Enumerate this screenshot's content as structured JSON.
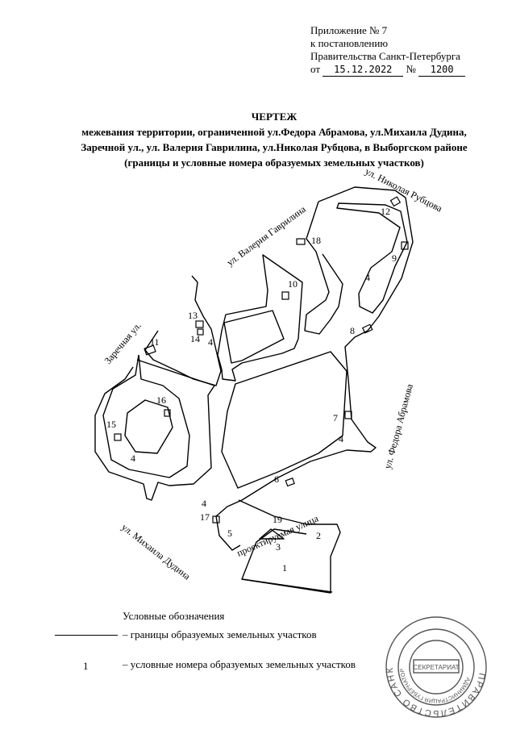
{
  "appendix": {
    "line1": "Приложение № 7",
    "line2": "к постановлению",
    "line3": "Правительства Санкт-Петербурга",
    "date_prefix": "от",
    "date": "15.12.2022",
    "number_prefix": "№",
    "number": "1200"
  },
  "title": {
    "heading": "ЧЕРТЕЖ",
    "line1": "межевания территории, ограниченной ул.Федора Абрамова, ул.Михаила Дудина,",
    "line2": "Заречной ул., ул. Валерия Гаврилина, ул.Николая Рубцова, в Выборгском районе",
    "line3": "(границы и условные номера образуемых земельных участков)"
  },
  "streets": {
    "rubtsova": "ул. Николая Рубцова",
    "gavrilina": "ул. Валерия Гаврилина",
    "zarechnaya": "Заречная ул.",
    "abramova": "ул. Федора Абрамова",
    "dudina": "ул. Михаила Дудина",
    "proektiruemaya": "проектируемая улица"
  },
  "parcels": [
    "1",
    "2",
    "3",
    "4",
    "4",
    "4",
    "4",
    "4",
    "5",
    "6",
    "7",
    "8",
    "9",
    "10",
    "11",
    "12",
    "13",
    "14",
    "15",
    "16",
    "17",
    "18",
    "19"
  ],
  "legend": {
    "title": "Условные обозначения",
    "boundary": "– границы образуемых земельных участков",
    "sample_number": "1",
    "numbers": "– условные номера образуемых земельных участков"
  },
  "stamp": {
    "ring_text": "ПРАВИТЕЛЬСТВО САНКТ-ПЕТЕРБУРГА",
    "inner_text": "АДМИНИСТРАЦИЯ ГУБЕРНАТОРА САНКТ-ПЕТЕРБУРГА",
    "center": "СЕКРЕТАРИАТ"
  },
  "colors": {
    "ink": "#000000",
    "stamp": "#555555"
  }
}
